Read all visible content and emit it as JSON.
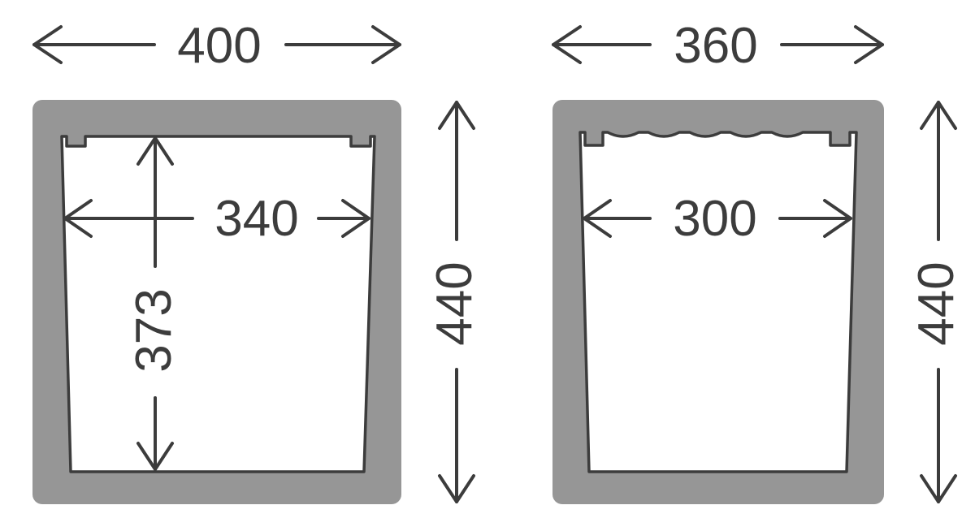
{
  "colors": {
    "outline": "#3c3c3c",
    "body_fill": "#969696",
    "inner_fill": "#ffffff",
    "background": "#ffffff"
  },
  "left_unit": {
    "outer_width": "400",
    "outer_height": "440",
    "inner_width": "340",
    "inner_depth": "373"
  },
  "right_unit": {
    "outer_width": "360",
    "outer_height": "440",
    "inner_width": "300"
  }
}
